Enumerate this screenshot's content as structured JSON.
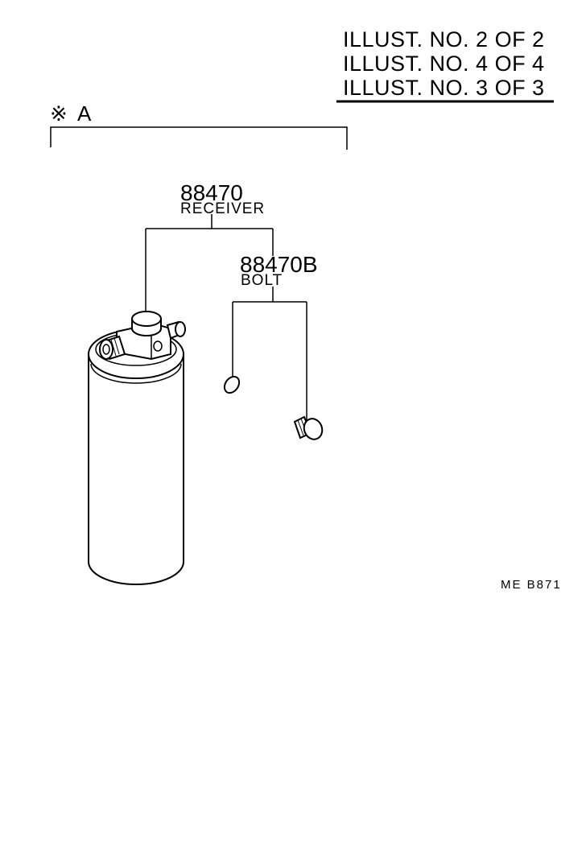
{
  "header": {
    "illustrations": [
      "ILLUST. NO. 2 OF 2",
      "ILLUST. NO. 4 OF 4",
      "ILLUST. NO. 3 OF 3"
    ]
  },
  "group": {
    "mark": "※",
    "label": "A"
  },
  "parts": [
    {
      "number": "88470",
      "name": "RECEIVER"
    },
    {
      "number": "88470B",
      "name": "BOLT"
    }
  ],
  "figure_code": "ME  B871"
}
